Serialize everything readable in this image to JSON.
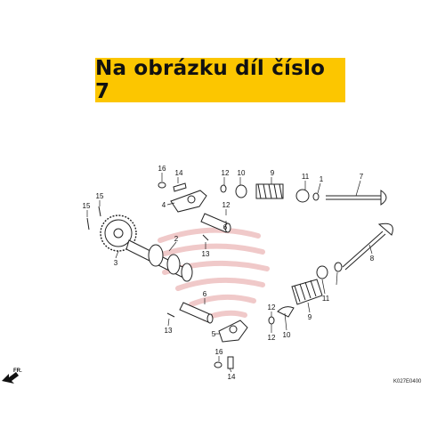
{
  "banner": {
    "text": "Na obrázku díl číslo 7"
  },
  "labels": [
    "16",
    "14",
    "12",
    "10",
    "9",
    "11",
    "1",
    "7",
    "15",
    "15",
    "4",
    "12",
    "6",
    "2",
    "3",
    "13",
    "8",
    "5",
    "6",
    "9",
    "11",
    "13",
    "12",
    "10",
    "12",
    "16",
    "14"
  ],
  "front_label": "FR.",
  "diagram_code": "K027E0400",
  "colors": {
    "banner": "#fcc600",
    "ink": "#111111",
    "watermark": "#f0c9c9"
  }
}
